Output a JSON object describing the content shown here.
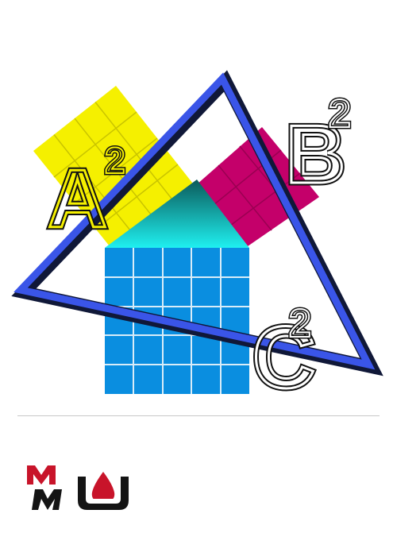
{
  "artwork": {
    "labels": {
      "a": "A",
      "b": "B",
      "c": "C",
      "exponent": "2"
    },
    "colors": {
      "square_a": "#f5f000",
      "square_b": "#c4006a",
      "square_c": "#0a8ee0",
      "triangle_outer": "#3a55e8",
      "triangle_dark": "#101838",
      "gradient_top": "#0b5a5a",
      "gradient_bottom": "#1ff0f0"
    }
  },
  "logo": {
    "text": "MMU",
    "colors": {
      "red": "#c8142a",
      "dark": "#141414"
    }
  }
}
